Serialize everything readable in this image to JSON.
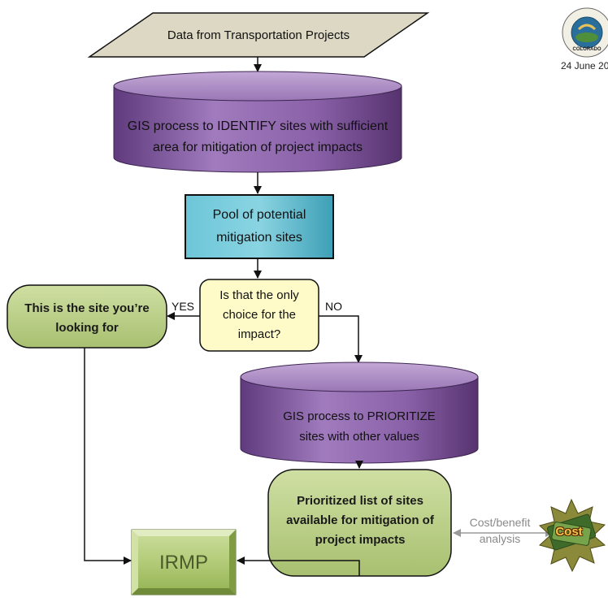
{
  "header": {
    "date": "24 June 20",
    "seal_label": "COLORADO"
  },
  "nodes": {
    "data_input": "Data from Transportation Projects",
    "gis_identify": "GIS process to IDENTIFY sites with sufficient area for mitigation of project impacts",
    "pool": "Pool of potential mitigation sites",
    "decision": "Is that the only choice for the impact?",
    "site_found": "This is the site you’re looking for",
    "gis_prioritize": "GIS process to PRIORITIZE sites with other values",
    "prioritized_list": "Prioritized list of sites available for mitigation of project impacts",
    "irmp": "IRMP"
  },
  "edges": {
    "yes_label": "YES",
    "no_label": "NO",
    "cost_benefit_label": "Cost/benefit analysis"
  },
  "badge": {
    "cost_label": "Cost"
  },
  "colors": {
    "cylinder_purple": "#7b4f9a",
    "pool_teal": "#4fb3c8",
    "decision_yellow": "#fffbc8",
    "rounded_green": "#b8cd84",
    "irmp_green": "#a9c46b",
    "parallelogram_beige": "#ddd8c4"
  }
}
